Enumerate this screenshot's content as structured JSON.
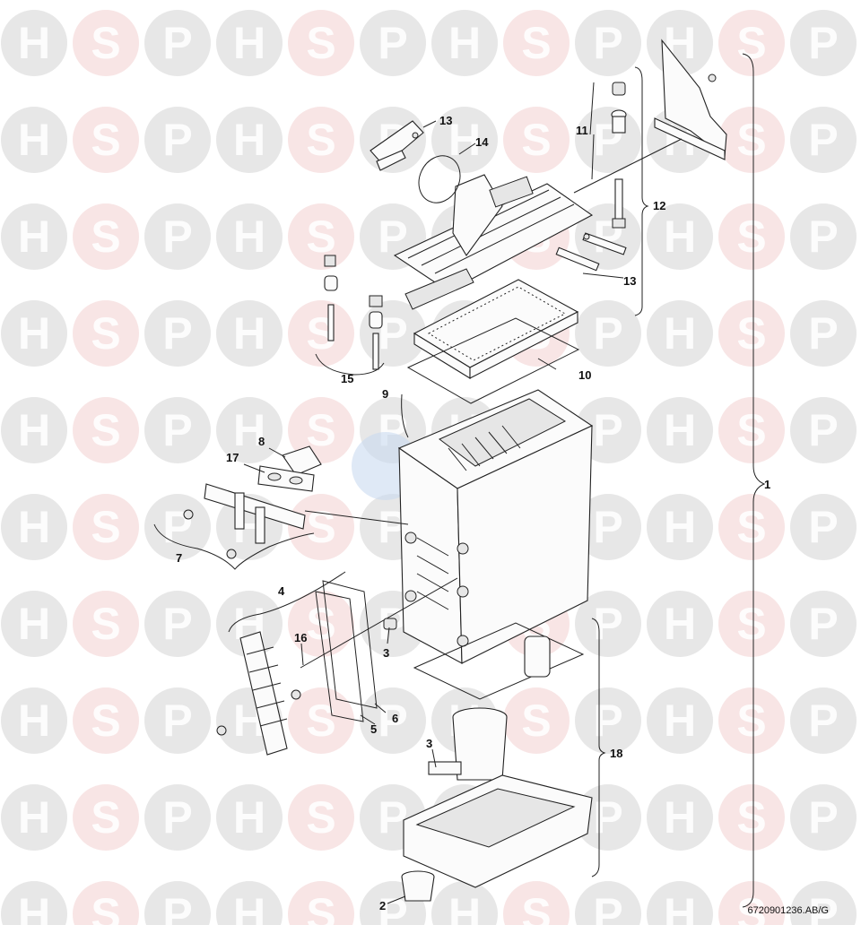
{
  "watermark": {
    "letters": [
      "H",
      "S",
      "P"
    ],
    "colors": {
      "H": "#d4d4d4",
      "S": "#f3d0d0",
      "P": "#d4d4d4"
    },
    "center_logo_color": "#b9cfe8"
  },
  "callouts": {
    "c1": "1",
    "c2": "2",
    "c3a": "3",
    "c3b": "3",
    "c4": "4",
    "c5": "5",
    "c6": "6",
    "c7": "7",
    "c8": "8",
    "c9": "9",
    "c10": "10",
    "c11": "11",
    "c12": "12",
    "c13a": "13",
    "c13b": "13",
    "c14": "14",
    "c15": "15",
    "c16": "16",
    "c17": "17",
    "c18": "18"
  },
  "doc_reference": "6720901236.AB/G",
  "colors": {
    "line": "#222222",
    "part_fill": "#fbfbfb",
    "shade": "#e6e6e6"
  }
}
